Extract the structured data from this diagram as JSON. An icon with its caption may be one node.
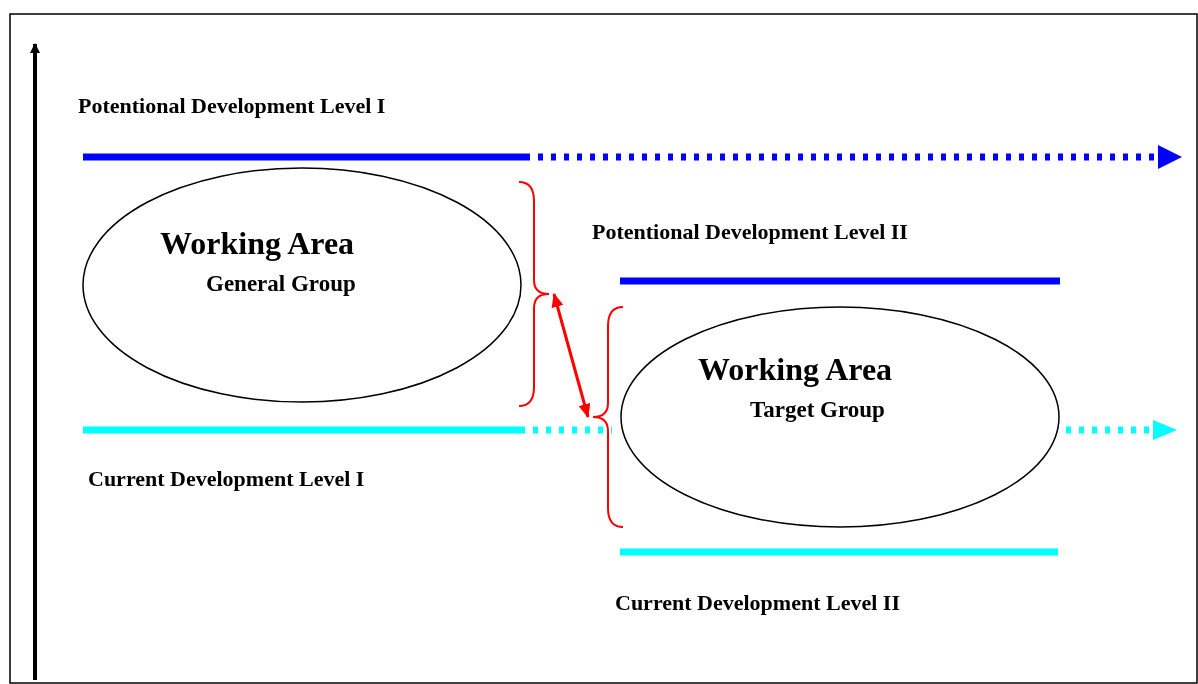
{
  "diagram": {
    "nodes": [
      {
        "text": [
          "Working Area",
          "General Group"
        ]
      },
      {
        "text": [
          "Working Area",
          "Target Group"
        ]
      },
      {
        "text": [],
        "shape": "brace"
      },
      {
        "text": [],
        "shape": "brace"
      }
    ],
    "edges": [
      {
        "from": 2,
        "to": 3,
        "arrow": "both",
        "color": "#ff0000"
      }
    ],
    "labels": [
      "Potentional Development Level I",
      "Potentional Development Level II",
      "Current Development Level I",
      "Current Development Level II"
    ]
  }
}
